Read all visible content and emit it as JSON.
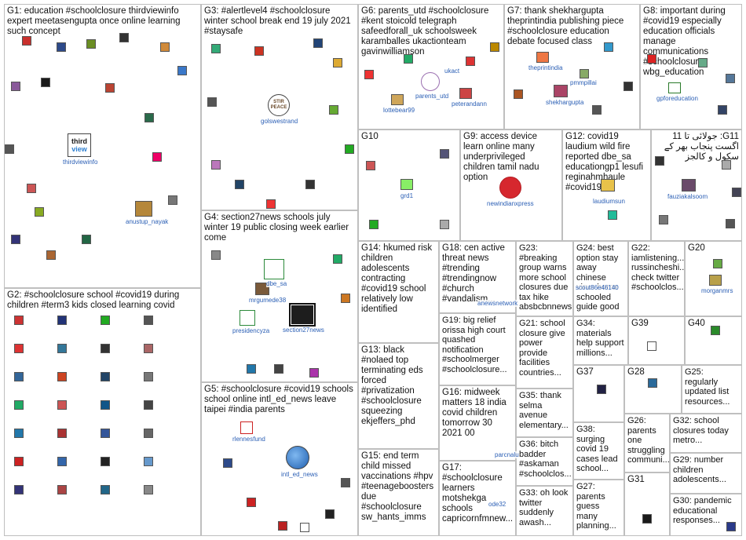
{
  "groups": [
    {
      "id": "G1",
      "text": "G1: education #schoolclosure thirdviewinfo expert meetasengupta once online learning such concept"
    },
    {
      "id": "G2",
      "text": "G2: #schoolclosure school #covid19 during children #term3 kids closed learning covid"
    },
    {
      "id": "G3",
      "text": "G3: #alertlevel4 #schoolclosure winter school break end 19 july 2021 #staysafe"
    },
    {
      "id": "G4",
      "text": "G4: section27news schools july winter 19 public closing week earlier come"
    },
    {
      "id": "G5",
      "text": "G5: #schoolclosure #covid19 schools school online intl_ed_news leave taipei #india parents"
    },
    {
      "id": "G6",
      "text": "G6: parents_utd #schoolclosure #kent stoicold telegraph safeedforall_uk schoolsweek karamballes ukactionteam gavinwilliamson"
    },
    {
      "id": "G7",
      "text": "G7: thank shekhargupta theprintindia publishing piece #schoolclosure education debate focused class"
    },
    {
      "id": "G8",
      "text": "G8: important during #covid19 especially education officials manage communications #schoolclosure wbg_education"
    },
    {
      "id": "G9",
      "text": "G9: access device learn online many underprivileged children tamil nadu option"
    },
    {
      "id": "G10",
      "text": "G10"
    },
    {
      "id": "G11",
      "text": "G11: جولائی تا 11 اگست پنجاب بھر کے سکول و کالجز"
    },
    {
      "id": "G12",
      "text": "G12: covid19 laudium wild fire reported dbe_sa educationgp1 lesufi reginahmhaule #covid19"
    },
    {
      "id": "G13",
      "text": "G13: black #nolaed top terminating eds forced #privatization #schoolclosure squeezing ekjeffers_phd"
    },
    {
      "id": "G14",
      "text": "G14: hkumed risk children adolescents contracting #covid19 school relatively low identified"
    },
    {
      "id": "G15",
      "text": "G15: end term child missed vaccinations #hpv #teenageboosters due #schoolclosure sw_hants_imms"
    },
    {
      "id": "G16",
      "text": "G16: midweek matters 18 india covid children tomorrow 30 2021 00"
    },
    {
      "id": "G17",
      "text": "G17: #schoolclosure learners motshekga schools capricornfmnew..."
    },
    {
      "id": "G18",
      "text": "G18: cen active threat news #trending #trendingnow #church #vandalism..."
    },
    {
      "id": "G19",
      "text": "G19: big relief orissa high court quashed notification #schoolmerger #schoolclosure..."
    },
    {
      "id": "G20",
      "text": "G20"
    },
    {
      "id": "G21",
      "text": "G21: school closure give power provide facilities countries..."
    },
    {
      "id": "G22",
      "text": "G22: iamlistening... russincheshi... check twitter #schoolclos..."
    },
    {
      "id": "G23",
      "text": "G23: #breaking group warns more school closures due tax hike absbcbnnews"
    },
    {
      "id": "G24",
      "text": "G24: best option stay away chinese virus home schooled guide good"
    },
    {
      "id": "G25",
      "text": "G25: regularly updated list resources..."
    },
    {
      "id": "G26",
      "text": "G26: parents one struggling communi..."
    },
    {
      "id": "G27",
      "text": "G27: parents guess many planning..."
    },
    {
      "id": "G28",
      "text": "G28"
    },
    {
      "id": "G29",
      "text": "G29: number children adolescents..."
    },
    {
      "id": "G30",
      "text": "G30: pandemic educational responses..."
    },
    {
      "id": "G31",
      "text": "G31"
    },
    {
      "id": "G32",
      "text": "G32: school closures today metro..."
    },
    {
      "id": "G33",
      "text": "G33: oh look twitter suddenly awash..."
    },
    {
      "id": "G34",
      "text": "G34: materials help support millions..."
    },
    {
      "id": "G35",
      "text": "G35: thank selma avenue elementary..."
    },
    {
      "id": "G36",
      "text": "G36: bitch badder #askaman #schoolclos..."
    },
    {
      "id": "G37",
      "text": "G37"
    },
    {
      "id": "G38",
      "text": "G38: surging covid 19 cases lead school..."
    },
    {
      "id": "G39",
      "text": "G39"
    },
    {
      "id": "G40",
      "text": "G40"
    }
  ],
  "hubs": {
    "thirdview": {
      "line1": "third",
      "line2": "view"
    },
    "stir": {
      "line1": "STIR",
      "line2": "PEACE"
    }
  },
  "labels": {
    "thirdviewinfo": "thirdviewinfo",
    "anustup_nayak": "anustup_nayak",
    "golswestrand": "golswestrand",
    "dbe_sa": "dbe_sa",
    "mrgumede38": "mrgumede38",
    "presidencyza": "presidencyza",
    "section27news": "section27news",
    "rlennesfund": "rlennesfund",
    "intl_ed_news": "intl_ed_news",
    "parents_utd": "parents_utd",
    "lottebear99": "lottebear99",
    "peterandann": "peterandann",
    "ukact": "ukact",
    "theprintindia": "theprintindia",
    "pmmpillai": "pmmpillai",
    "shekhargupta": "shekhargupta",
    "gpforeducation": "gpforeducation",
    "newindianxpress": "newindianxpress",
    "grd1": "grd1",
    "laudiumsun": "laudiumsun",
    "fauziakalsoom": "fauziakalsoom",
    "morganmrs": "morganmrs",
    "anewsnetwork": "anewsnetwork",
    "parcnalu": "parcnalu",
    "ode32": "ode32",
    "scout": "scout86e46140"
  },
  "colors": {
    "edge_red": "#e8474c",
    "edge_gray": "#9aa0a6",
    "border": "#bfbfbf",
    "label": "#2b5fb5"
  }
}
